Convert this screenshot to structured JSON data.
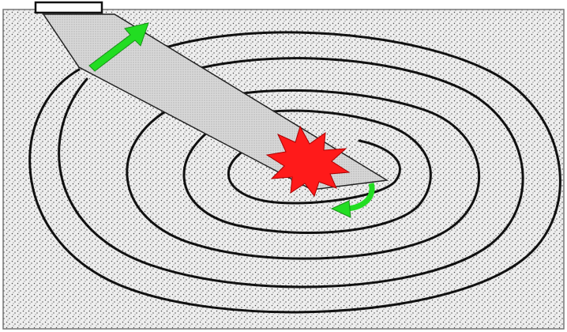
{
  "diagram": {
    "colors": {
      "background": "#ffffff",
      "stipple_fill": "#eeeeee",
      "stipple_dot": "#4a4a4a",
      "spiral_line": "#111111",
      "wedge_fill": "#d8d8d8",
      "wedge_edge": "#222222",
      "burst": "#ff1a1a",
      "arrow": "#22dd22",
      "arrow_edge": "#1a8f1a"
    },
    "elements": {
      "frame": "stippled-rectangle-frame",
      "spiral": "concentric-spiral-curves",
      "wedge": "diagonal-grey-wedge",
      "burst": "red-star-burst",
      "arrow_out": "green-arrow-outward",
      "arrow_curve": "green-curved-arrow",
      "notch": "top-left-notch-box"
    }
  }
}
